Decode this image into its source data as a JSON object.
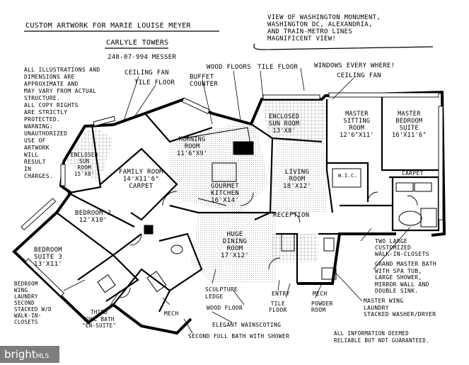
{
  "header": {
    "artwork_for": "CUSTOM ARTWORK FOR MARIE LOUISE MEYER",
    "building": "CARLYLE TOWERS",
    "ref": "248-07-994   MESSER",
    "view_note": "VIEW OF WASHINGTON MONUMENT,\nWASHINGTON DC, ALEXANDRIA,\nAND TRAIN-METRO LINES\nMAGNIFICENT VIEW!"
  },
  "disclaimer": "ALL ILLUSTRATIONS AND\nDIMENSIONS ARE\nAPPROXIMATE AND\nMAY VARY FROM ACTUAL\nSTRUCTURE.\nALL COPY RIGHTS\nARE STRICTLY\nPROTECTED.\nWARNING:\nUNAUTHORIZED\nUSE OF\nARTWORK\nWILL\nRESULT\nIN\nCHARGES.",
  "footer_note": "ALL INFORMATION DEEMED\nRELIABLE BUT NOT GUARANTEED.",
  "rooms": {
    "enclosed_sun_left": "ENCLOSED\nSUN\nROOM\n15'X8'",
    "family_room": "FAMILY ROOM\n14'X11'6\"\nCARPET",
    "morning_room": "MORNING\nROOM\n11'6\"X9'",
    "gourmet_kitchen": "GOURMET\nKITCHEN\n16'X14'",
    "enclosed_sun_right": "ENCLOSED\nSUN ROOM\n13'X8'",
    "living_room": "LIVING\nROOM\n18'X12'",
    "master_sitting": "MASTER\nSITTING\nROOM\n12'6\"X11'",
    "master_bedroom": "MASTER\nBEDROOM\nSUITE\n16'X11'6\"",
    "bedroom_2": "BEDROOM 2\n12'X10'",
    "bedroom_suite_3": "BEDROOM\nSUITE 3\n13'X11'",
    "dining_room": "HUGE\nDINING\nROOM\n17'X12'",
    "wic": "W.I.C.",
    "carpet": "CARPET",
    "reception": "RECEPTION"
  },
  "callouts": {
    "ceiling_fan_left": "CEILING FAN",
    "tile_floor_left": "TILE FLOOR",
    "buffet_counter": "BUFFET\nCOUNTER",
    "wood_floors": "WOOD FLOORS",
    "tile_floor_top": "TILE FLOOR",
    "windows": "WINDOWS EVERY WHERE!",
    "ceiling_fan_right": "CEILING FAN",
    "walk_in_closets": "TWO LARGE\nCUSTOMIZED\nWALK-IN-CLOSETS",
    "grand_bath": "GRAND MASTER BATH\nWITH SPA TUB,\nLARGE SHOWER,\nMIRROR WALL AND\nDOUBLE SINK.",
    "master_laundry": "MASTER WING\nLAUNDRY\nSTACKED WASHER/DRYER",
    "bedroom_wing_laundry": "BEDROOM\nWING\nLAUNDRY\nSECOND\nSTACKED W/D\nWALK-IN-\nCLOSETS",
    "third_bath": "THIRD\nFULL BATH\n\"EN-SUITE\"",
    "mech_left": "MECH",
    "sculpture_ledge": "SCULPTURE\nLEDGE",
    "wood_floor_bottom": "WOOD FLOOR",
    "entry": "ENTRY",
    "tile_floor_bottom": "TILE\nFLOOR",
    "mech_right": "MECH",
    "powder_room": "POWDER\nROOM",
    "elegant_wainscoting": "ELEGANT WAINSCOTING",
    "second_bath": "SECOND FULL BATH WITH SHOWER"
  },
  "watermark": {
    "brand": "bright",
    "suffix": "MLS"
  }
}
